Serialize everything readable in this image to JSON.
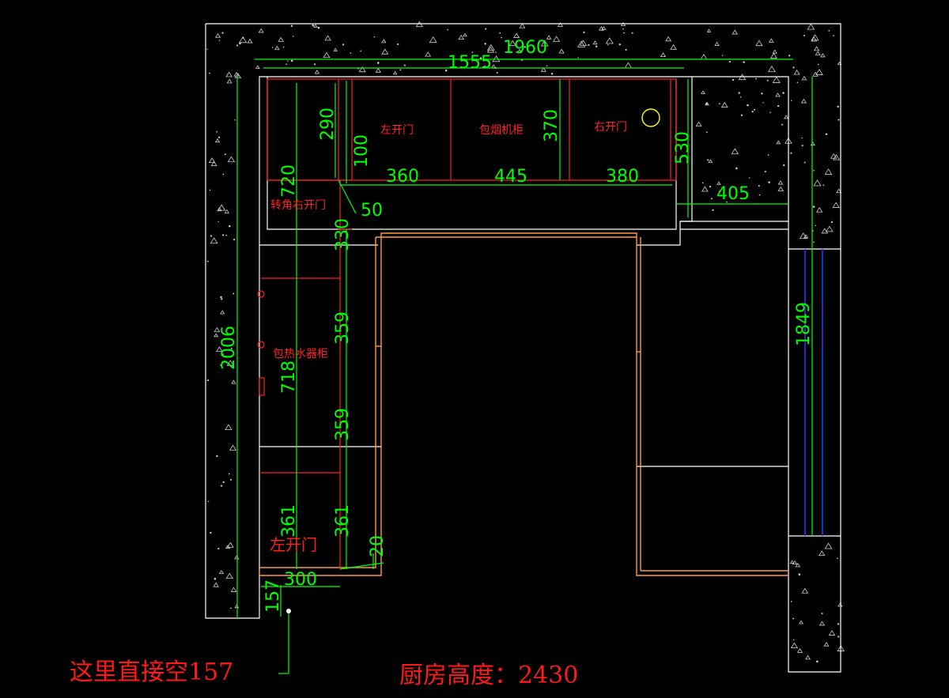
{
  "colors": {
    "background": "#000000",
    "wall": "#ffffff",
    "dimension": "#00ff00",
    "cabinet": "#ff2020",
    "counter": "#ff9a3c",
    "pipe": "#3030ff",
    "fixture": "#ffff00"
  },
  "dimensions": {
    "top_overall": "1960",
    "top_inner": "1555",
    "left_overall": "2006",
    "right_side": "1849",
    "d290": "290",
    "d720": "720",
    "d100": "100",
    "d370": "370",
    "d530": "530",
    "d360": "360",
    "d445": "445",
    "d380": "380",
    "d405": "405",
    "d50": "50",
    "d330": "330",
    "d359a": "359",
    "d359b": "359",
    "d718": "718",
    "d361a": "361",
    "d361b": "361",
    "d20": "20",
    "d300": "300",
    "d157": "157"
  },
  "labels": {
    "left_door_top": "左开门",
    "flue_cabinet": "包烟机柜",
    "right_door": "右开门",
    "corner_right_door": "转角右开门",
    "heater_cabinet": "包热水器柜",
    "left_door_bottom": "左开门"
  },
  "notes": {
    "gap_note": "这里直接空157",
    "kitchen_height": "厨房高度：2430"
  }
}
